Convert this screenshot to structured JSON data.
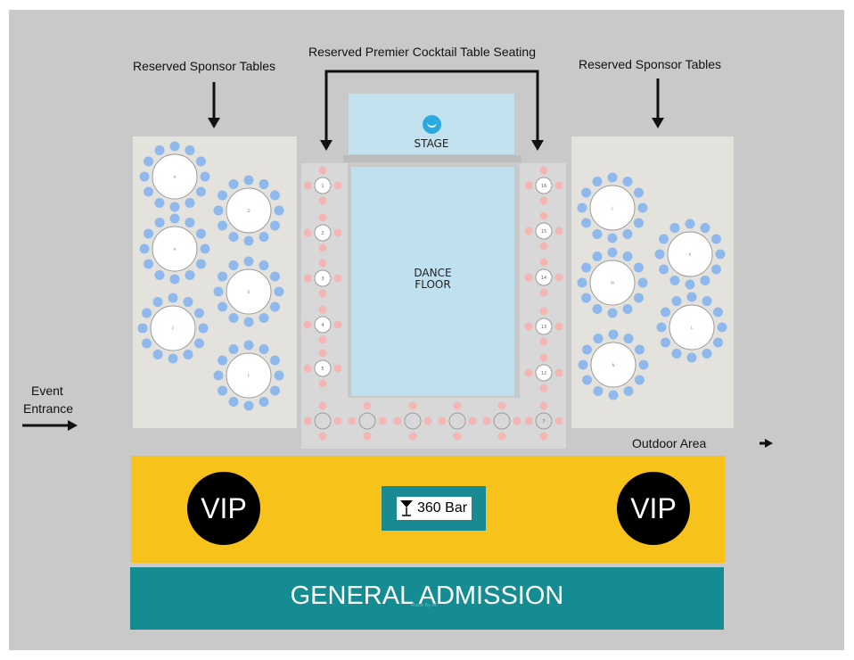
{
  "labels": {
    "sponsor_left": "Reserved Sponsor Tables",
    "sponsor_right": "Reserved Sponsor Tables",
    "premier": "Reserved Premier Cocktail Table Seating",
    "stage": "STAGE",
    "dance_floor_line1": "DANCE",
    "dance_floor_line2": "FLOOR",
    "entrance_line1": "Event",
    "entrance_line2": "Entrance",
    "outdoor": "Outdoor Area",
    "vip_left": "VIP",
    "vip_right": "VIP",
    "bar": "360 Bar",
    "general_admission": "GENERAL ADMISSION",
    "ga_sub": "Made By All"
  },
  "icons": {
    "stage": "smiley-icon",
    "bar": "martini-glass-icon",
    "arrows": "arrow-icon"
  },
  "colors": {
    "background": "#c9c9c9",
    "panel": "#e4e2dd",
    "water": "#bee0ef",
    "sponsor_seat": "#8fb9ec",
    "cocktail_seat": "#f3b6b2",
    "vip_band": "#f7c21a",
    "teal": "#148c91",
    "accent_blue": "#29abe2"
  },
  "tables": {
    "sponsor_left": [
      "A",
      "D",
      "H",
      "E",
      "F",
      "F"
    ],
    "sponsor_right": [
      "J",
      "K",
      "M",
      "L",
      "N"
    ],
    "cocktail_left": [
      "1",
      "2",
      "3",
      "4",
      "5"
    ],
    "cocktail_right": [
      "16",
      "15",
      "14",
      "13",
      "12"
    ],
    "cocktail_bottom": [
      "",
      "",
      "",
      "",
      "",
      "7",
      ""
    ]
  }
}
